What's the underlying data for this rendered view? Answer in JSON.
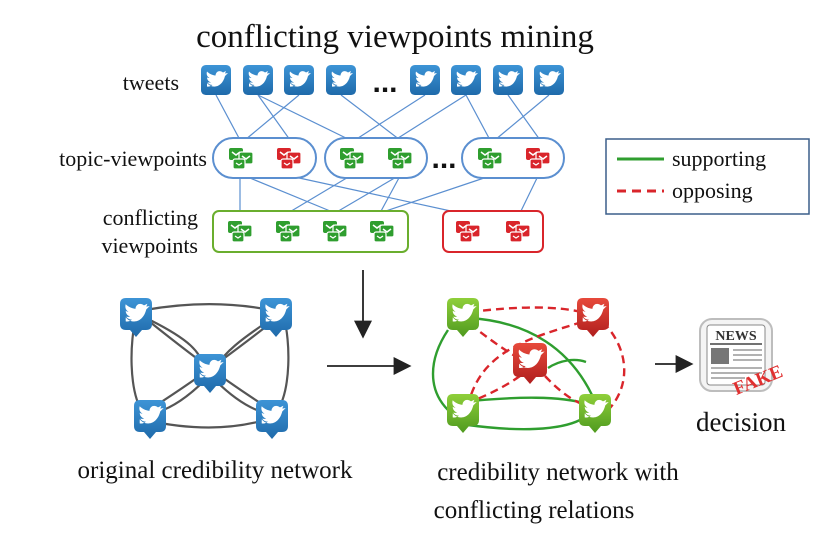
{
  "title": "conflicting viewpoints mining",
  "labels": {
    "tweets": "tweets",
    "topic_viewpoints": "topic-viewpoints",
    "conflicting_line1": "conflicting",
    "conflicting_line2": "viewpoints",
    "dots_tweets": "...",
    "dots_topics": "...",
    "original_network": "original credibility network",
    "conflict_network_line1": "credibility network with",
    "conflict_network_line2": "conflicting relations",
    "decision": "decision"
  },
  "legend": {
    "supporting": "supporting",
    "opposing": "opposing"
  },
  "news_icon": {
    "header": "NEWS",
    "stamp": "FAKE"
  },
  "colors": {
    "tweet_blue": "#2a7fc4",
    "support_green": "#2f9e2f",
    "oppose_red": "#d9252b",
    "group_blue": "#5b8fd0",
    "edge_gray": "#555555"
  },
  "icons": {
    "tweet": "twitter-bird-icon",
    "viewpoint": "viewpoint-cluster-icon",
    "news": "news-paper-icon"
  }
}
